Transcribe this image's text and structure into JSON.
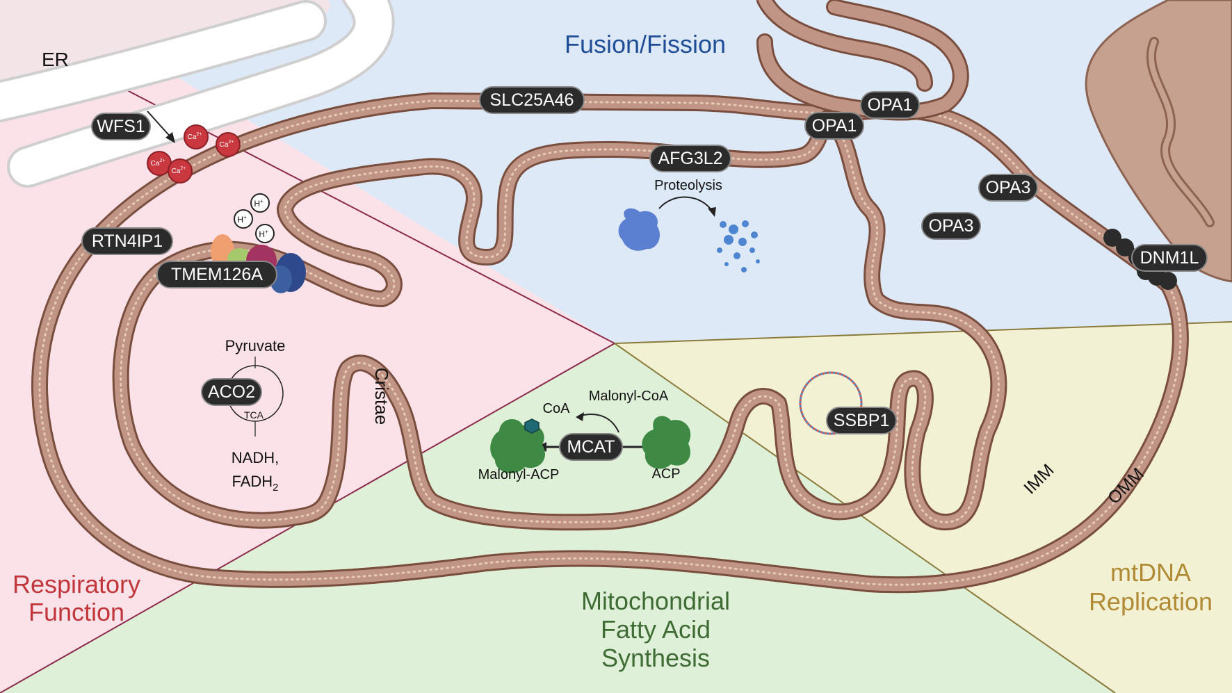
{
  "sections": {
    "fusion_fission": "Fusion/Fission",
    "respiratory": [
      "Respiratory",
      "Function"
    ],
    "fatty_acid": [
      "Mitochondrial",
      "Fatty Acid",
      "Synthesis"
    ],
    "mtdna": [
      "mtDNA",
      "Replication"
    ]
  },
  "labels": {
    "er": "ER",
    "cristae": "Cristae",
    "imm": "IMM",
    "omm": "OMM",
    "proteolysis": "Proteolysis",
    "pyruvate": "Pyruvate",
    "tca": "TCA",
    "nadh": "NADH,",
    "fadh2": "FADH",
    "fadh2_sub": "2",
    "coa": "CoA",
    "malonyl_coa": "Malonyl-CoA",
    "malonyl_acp": "Malonyl-ACP",
    "acp": "ACP",
    "ca": "Ca",
    "ca_sup": "2+",
    "h": "H",
    "h_sup": "+"
  },
  "genes": {
    "wfs1": "WFS1",
    "rtn4ip1": "RTN4IP1",
    "tmem126a": "TMEM126A",
    "slc25a46": "SLC25A46",
    "afg3l2": "AFG3L2",
    "opa1_a": "OPA1",
    "opa1_b": "OPA1",
    "opa3_a": "OPA3",
    "opa3_b": "OPA3",
    "dnm1l": "DNM1L",
    "aco2": "ACO2",
    "mcat": "MCAT",
    "ssbp1": "SSBP1"
  },
  "colors": {
    "fusion_bg": "#dde9f7",
    "respiratory_bg": "#fbe1e8",
    "fatty_bg": "#dff0d8",
    "mtdna_bg": "#f3f1d4",
    "fusion_text": "#1f4e96",
    "respiratory_text": "#c0363b",
    "fatty_text": "#3f6b34",
    "mtdna_text": "#b08a35",
    "membrane": "#c19585",
    "membrane_dark": "#7a4e3e",
    "pill": "#2b2b2b"
  }
}
